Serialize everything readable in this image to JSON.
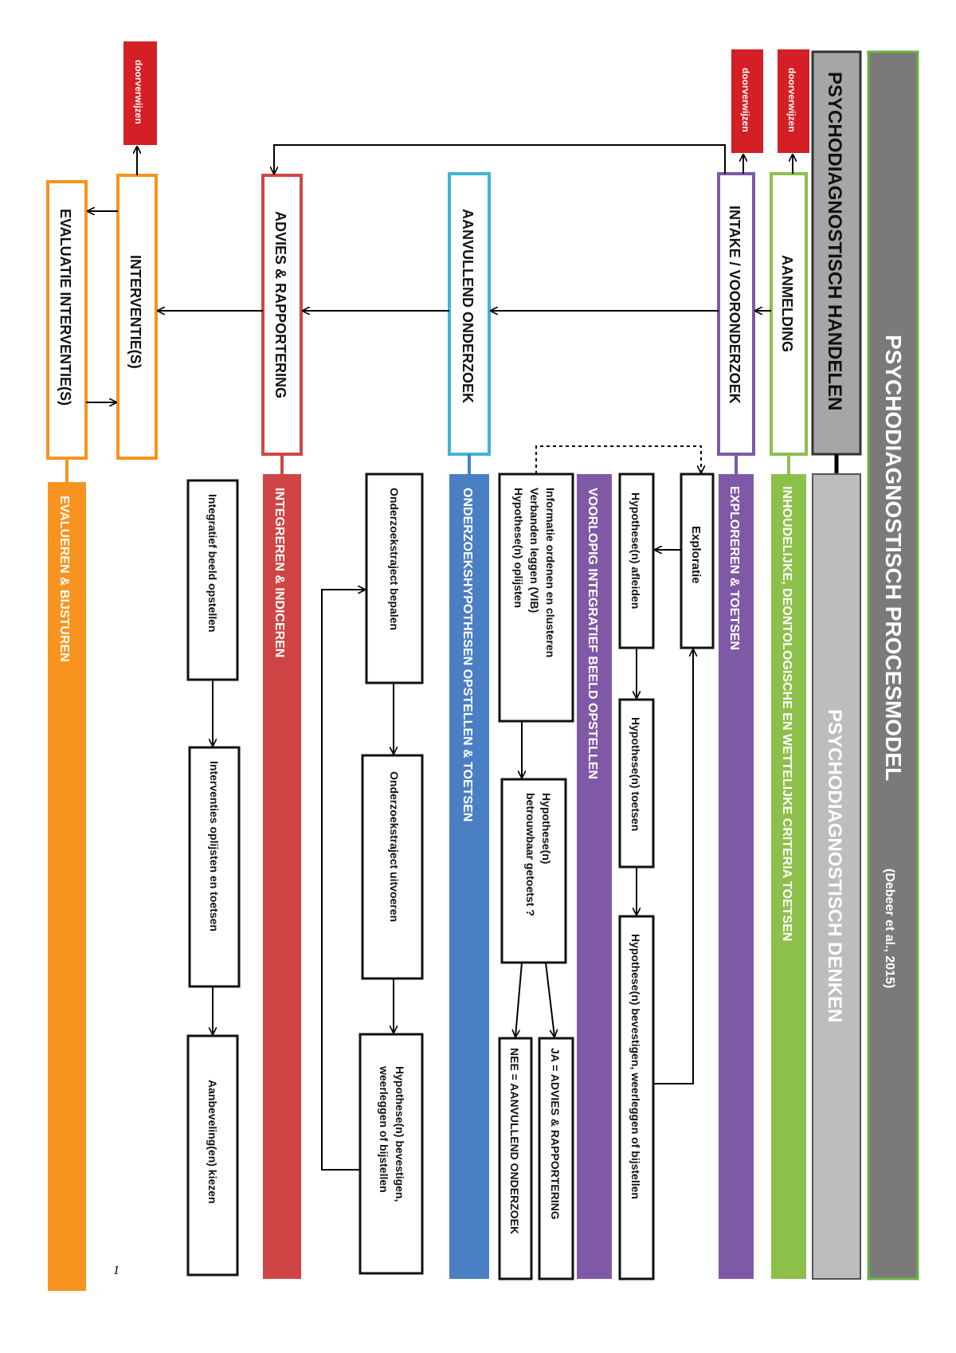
{
  "title": "PSYCHODIAGNOSTISCH PROCESMODEL",
  "citation": "(Debeer et al., 2015)",
  "handelen_label": "PSYCHODIAGNOSTISCH HANDELEN",
  "denken_label": "PSYCHODIAGNOSTISCH DENKEN",
  "colors": {
    "title_bar": "#7a7a7a",
    "title_border": "#6db33f",
    "handelen": "#a6a6a6",
    "denken": "#bdbdbd",
    "green": "#8cc04b",
    "purple": "#8059a6",
    "cyan": "#3fb5d6",
    "blue": "#4a7fc4",
    "red": "#cf4545",
    "orange": "#f7931e",
    "door": "#d51f26"
  },
  "stages": {
    "aanmelding": "AANMELDING",
    "intake": "INTAKE / VOORONDERZOEK",
    "aanvullend": "AANVULLEND ONDERZOEK",
    "advies": "ADVIES & RAPPORTERING",
    "interventie": "INTERVENTIE(S)",
    "evaluatie": "EVALUATIE INTERVENTIE(S)"
  },
  "door_label": "doorverwijzen",
  "bars": {
    "inhoudelijk": "INHOUDELIJKE, DEONTOLOGISCHE EN WETTELIJKE CRITERIA TOETSEN",
    "exploreren": "EXPLOREREN & TOETSEN",
    "voorlopig": "VOORLOPIG INTEGRATIEF BEELD OPSTELLEN",
    "onderzoekshyp": "ONDERZOEKSHYPOTHESEN OPSTELLEN & TOETSEN",
    "integreren": "INTEGREREN & INDICEREN",
    "evalueren": "EVALUEREN & BIJSTUREN"
  },
  "boxes": {
    "exploratie": "Exploratie",
    "hyp_afleiden": "Hypothese(n) afleiden",
    "hyp_toetsen": "Hypothese(n) toetsen",
    "hyp_bevestigen": "Hypothese(n) bevestigen, weerleggen of bijstellen",
    "info_lines": [
      "Informatie ordenen en clusteren",
      "Verbanden leggen (VIB)",
      "Hypothese(n) oplijsten"
    ],
    "betrouwbaar_lines": [
      "Hypothese(n)",
      "betrouwbaar getoetst ?"
    ],
    "ja": "JA  =   ADVIES & RAPPORTERING",
    "nee": "NEE = AANVULLEND ONDERZOEK",
    "traject_bepalen": "Onderzoekstraject bepalen",
    "traject_uitvoeren": "Onderzoekstraject uitvoeren",
    "onderzoek_bevestigen_lines": [
      "Hypothese(n) bevestigen,",
      "weerleggen of bijstellen"
    ],
    "integratief": "Integratief beeld opstellen",
    "interventies_oplijsten": "Interventies oplijsten en toetsen",
    "aanbeveling": "Aanbeveling(en) kiezen"
  },
  "page_number": "1"
}
